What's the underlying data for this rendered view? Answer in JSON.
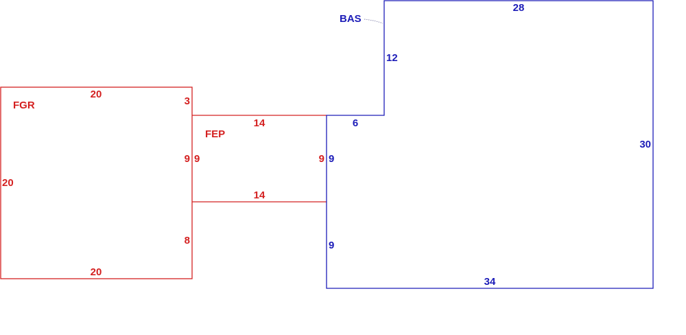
{
  "colors": {
    "red": "#d42020",
    "blue": "#1c1cb8"
  },
  "areas": {
    "fgr": {
      "label": "FGR",
      "top": "20",
      "left": "20",
      "bottom": "20",
      "right_top": "3",
      "right_mid": "9",
      "right_bottom": "8"
    },
    "fep": {
      "label": "FEP",
      "top": "14",
      "bottom": "14",
      "left": "9",
      "right": "9"
    },
    "bas": {
      "label": "BAS",
      "top": "28",
      "left_upper": "12",
      "step": "6",
      "left_mid": "9",
      "left_lower": "9",
      "right": "30",
      "bottom": "34"
    }
  }
}
